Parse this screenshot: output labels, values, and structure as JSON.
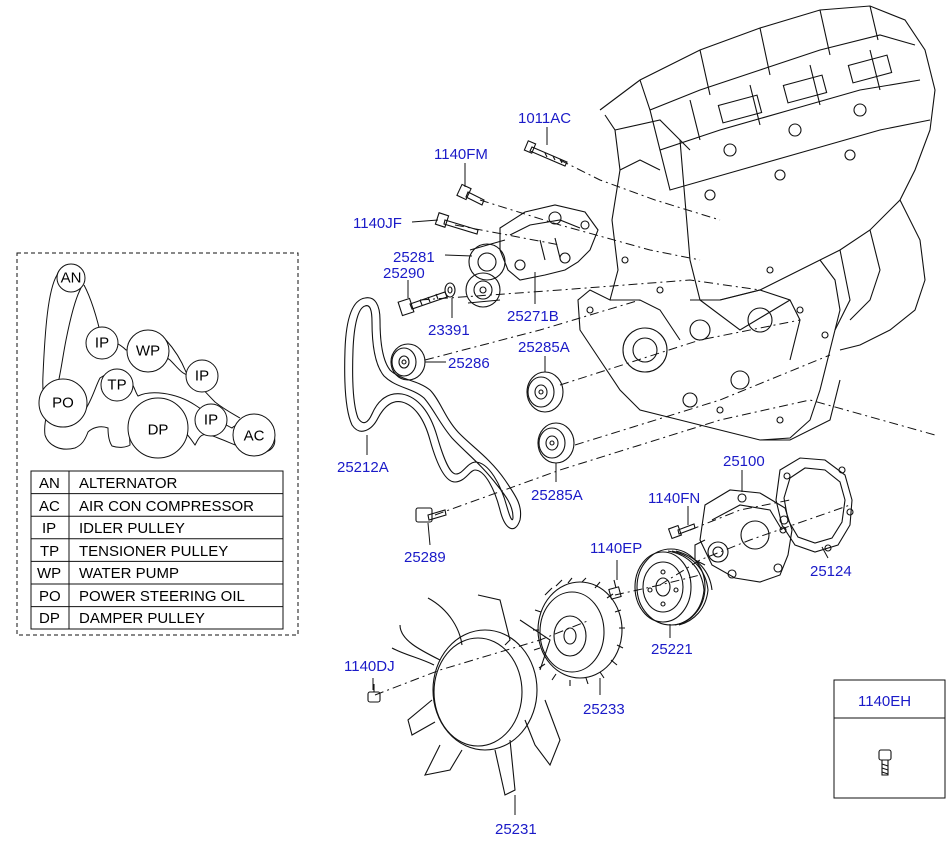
{
  "part_numbers": {
    "p1011AC": "1011AC",
    "p1140FM": "1140FM",
    "p1140JF": "1140JF",
    "p25281": "25281",
    "p25290": "25290",
    "p23391": "23391",
    "p25271B": "25271B",
    "p25286": "25286",
    "p25285A_top": "25285A",
    "p25285A_bottom": "25285A",
    "p25212A": "25212A",
    "p25289": "25289",
    "p25100": "25100",
    "p1140FN": "1140FN",
    "p25124": "25124",
    "p1140EP": "1140EP",
    "p25221": "25221",
    "p25233": "25233",
    "p1140DJ": "1140DJ",
    "p25231": "25231"
  },
  "inset_box": {
    "title": "1140EH"
  },
  "belt_routing": {
    "pulleys": [
      {
        "id": "an",
        "label": "AN"
      },
      {
        "id": "ip1",
        "label": "IP"
      },
      {
        "id": "wp",
        "label": "WP"
      },
      {
        "id": "ip2",
        "label": "IP"
      },
      {
        "id": "po",
        "label": "PO"
      },
      {
        "id": "tp",
        "label": "TP"
      },
      {
        "id": "dp",
        "label": "DP"
      },
      {
        "id": "ip3",
        "label": "IP"
      },
      {
        "id": "ac",
        "label": "AC"
      }
    ],
    "legend": [
      {
        "code": "AN",
        "name": "ALTERNATOR"
      },
      {
        "code": "AC",
        "name": "AIR CON COMPRESSOR"
      },
      {
        "code": "IP",
        "name": "IDLER PULLEY"
      },
      {
        "code": "TP",
        "name": "TENSIONER PULLEY"
      },
      {
        "code": "WP",
        "name": "WATER PUMP"
      },
      {
        "code": "PO",
        "name": "POWER STEERING OIL"
      },
      {
        "code": "DP",
        "name": "DAMPER PULLEY"
      }
    ]
  },
  "colors": {
    "label": "#1a1ac8",
    "line": "#111111",
    "background": "#ffffff"
  }
}
